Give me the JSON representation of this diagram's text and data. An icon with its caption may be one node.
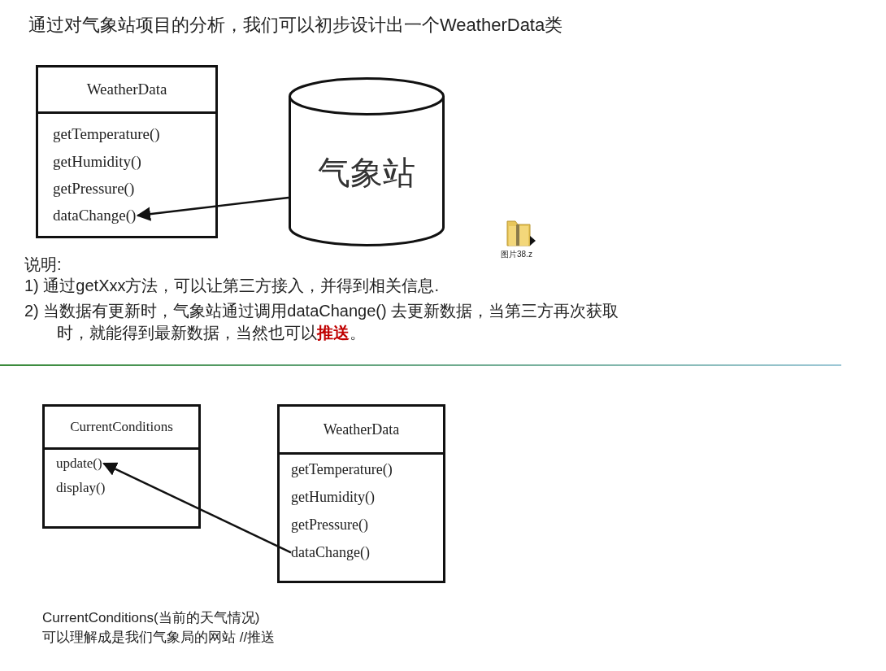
{
  "diagram": {
    "title": "通过对气象站项目的分析，我们可以初步设计出一个WeatherData类",
    "nodes": [
      {
        "text": [
          "WeatherData"
        ]
      },
      {
        "text": [
          "getTemperature()"
        ],
        "in": 0
      },
      {
        "text": [
          "getHumidity()"
        ],
        "in": 0
      },
      {
        "text": [
          "getPressure()"
        ],
        "in": 0
      },
      {
        "text": [
          "dataChange()"
        ],
        "in": 0
      },
      {
        "text": [
          "气象站"
        ]
      },
      {
        "text": [
          "CurrentConditions"
        ]
      },
      {
        "text": [
          "update()"
        ],
        "in": 6
      },
      {
        "text": [
          "display()"
        ],
        "in": 6
      },
      {
        "text": [
          "WeatherData"
        ]
      },
      {
        "text": [
          "getTemperature()"
        ],
        "in": 9
      },
      {
        "text": [
          "getHumidity()"
        ],
        "in": 9
      },
      {
        "text": [
          "getPressure()"
        ],
        "in": 9
      },
      {
        "text": [
          "dataChange()"
        ],
        "in": 9
      }
    ],
    "edges": [
      {
        "from": 5,
        "to": 4,
        "arrow": "to"
      },
      {
        "from": 13,
        "to": 7,
        "arrow": "to"
      }
    ],
    "labels": [
      "图片38.z",
      "说明:",
      "1) 通过getXxx方法，可以让第三方接入，并得到相关信息.",
      "2) 当数据有更新时，气象站通过调用dataChange() 去更新数据，当第三方再次获取时，就能得到最新数据，当然也可以**推送**。",
      "CurrentConditions(当前的天气情况)",
      "可以理解成是我们气象局的网站 //推送"
    ]
  }
}
